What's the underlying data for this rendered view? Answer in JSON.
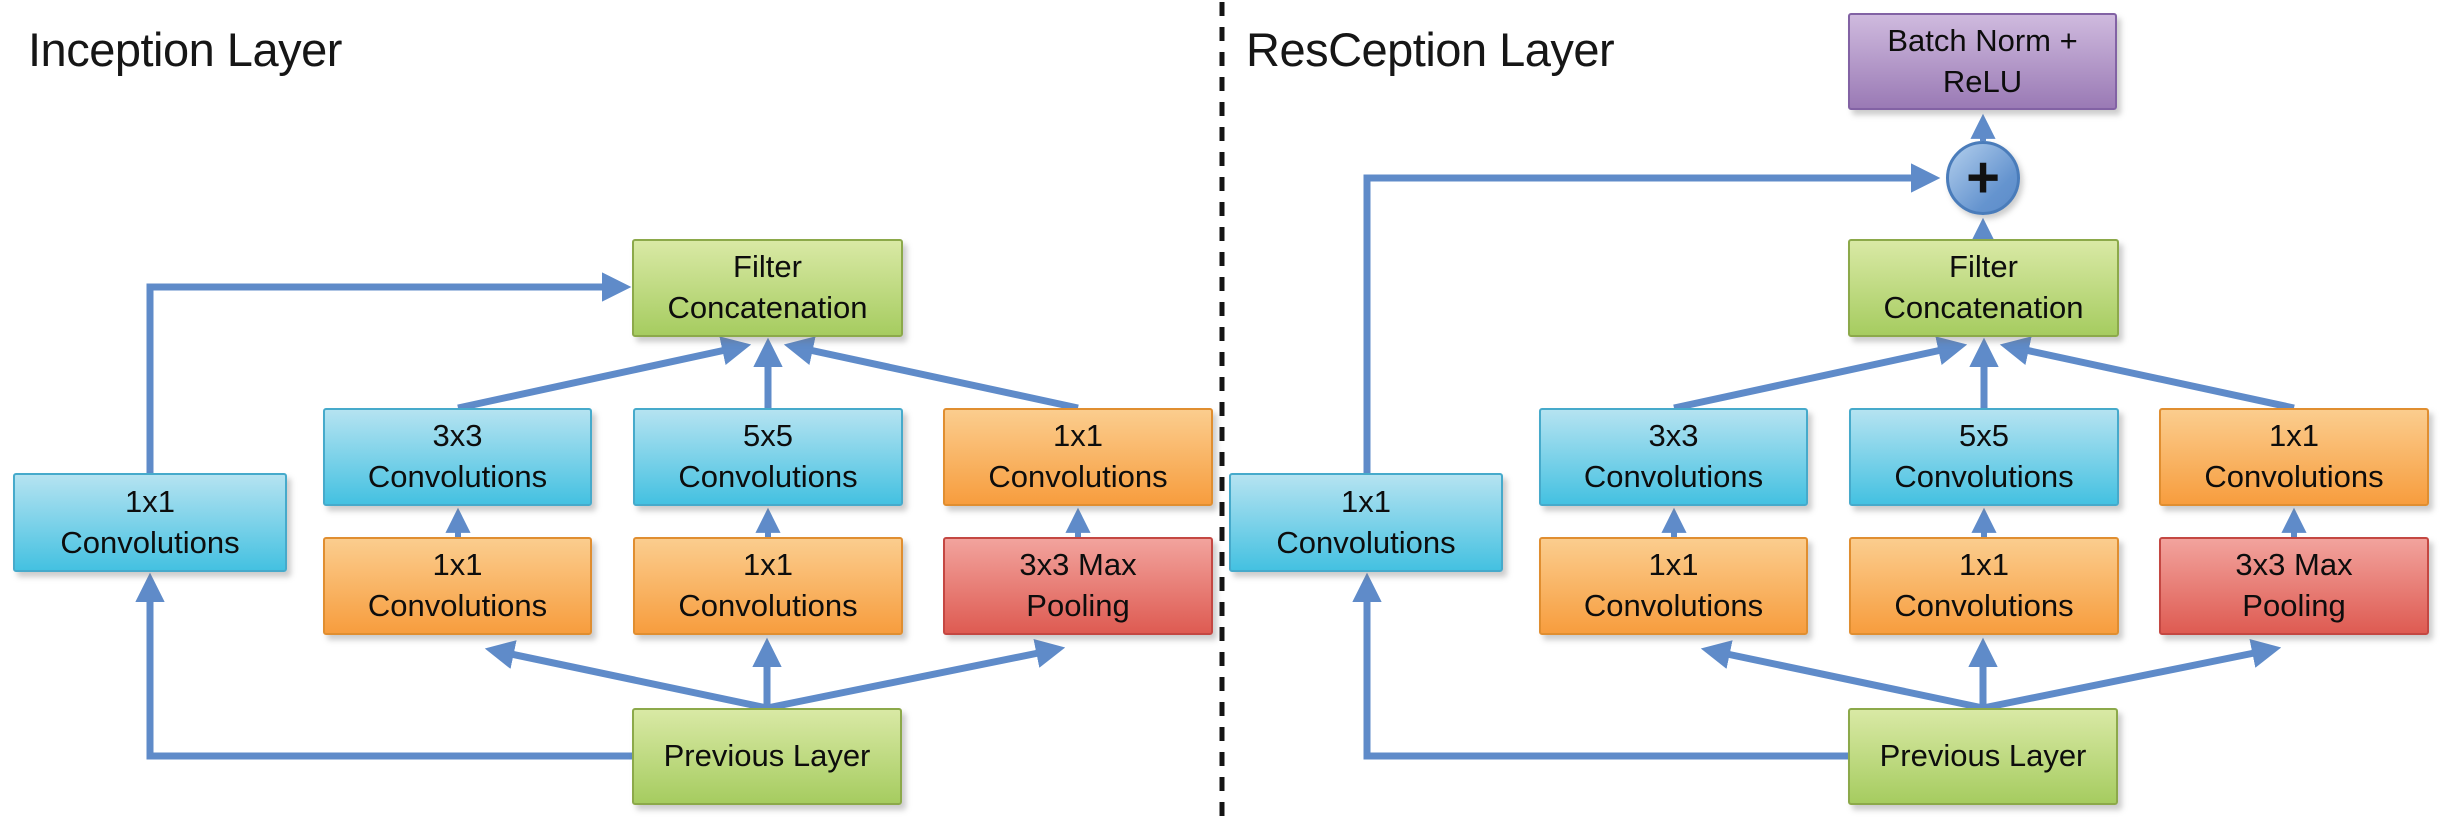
{
  "colors": {
    "box_blue": "#44c1e1",
    "box_orange": "#f79d3e",
    "box_red": "#de5b52",
    "box_green": "#a6cc60",
    "box_purple": "#9a7ab5",
    "plus_circle_blue": "#6594cf",
    "arrow_blue": "#5f8bc9",
    "divider_black": "#141414",
    "text_black": "#0d0d0d"
  },
  "panels": [
    {
      "title": "Inception Layer",
      "nodes": {
        "skip_conv": {
          "line1": "1x1",
          "line2": "Convolutions"
        },
        "filter_concat": {
          "line1": "Filter",
          "line2": "Concatenation"
        },
        "conv3x3": {
          "line1": "3x3",
          "line2": "Convolutions"
        },
        "conv5x5": {
          "line1": "5x5",
          "line2": "Convolutions"
        },
        "conv1x1_branch": {
          "line1": "1x1",
          "line2": "Convolutions"
        },
        "conv1x1_a": {
          "line1": "1x1",
          "line2": "Convolutions"
        },
        "conv1x1_b": {
          "line1": "1x1",
          "line2": "Convolutions"
        },
        "maxpool": {
          "line1": "3x3 Max",
          "line2": "Pooling"
        },
        "previous": {
          "line1": "Previous Layer"
        }
      }
    },
    {
      "title": "ResCeption Layer",
      "nodes": {
        "skip_conv": {
          "line1": "1x1",
          "line2": "Convolutions"
        },
        "filter_concat": {
          "line1": "Filter",
          "line2": "Concatenation"
        },
        "conv3x3": {
          "line1": "3x3",
          "line2": "Convolutions"
        },
        "conv5x5": {
          "line1": "5x5",
          "line2": "Convolutions"
        },
        "conv1x1_branch": {
          "line1": "1x1",
          "line2": "Convolutions"
        },
        "conv1x1_a": {
          "line1": "1x1",
          "line2": "Convolutions"
        },
        "conv1x1_b": {
          "line1": "1x1",
          "line2": "Convolutions"
        },
        "maxpool": {
          "line1": "3x3 Max",
          "line2": "Pooling"
        },
        "previous": {
          "line1": "Previous Layer"
        },
        "batch_norm": {
          "line1": "Batch Norm +",
          "line2": "ReLU"
        },
        "plus": {
          "symbol": "+"
        }
      }
    }
  ]
}
